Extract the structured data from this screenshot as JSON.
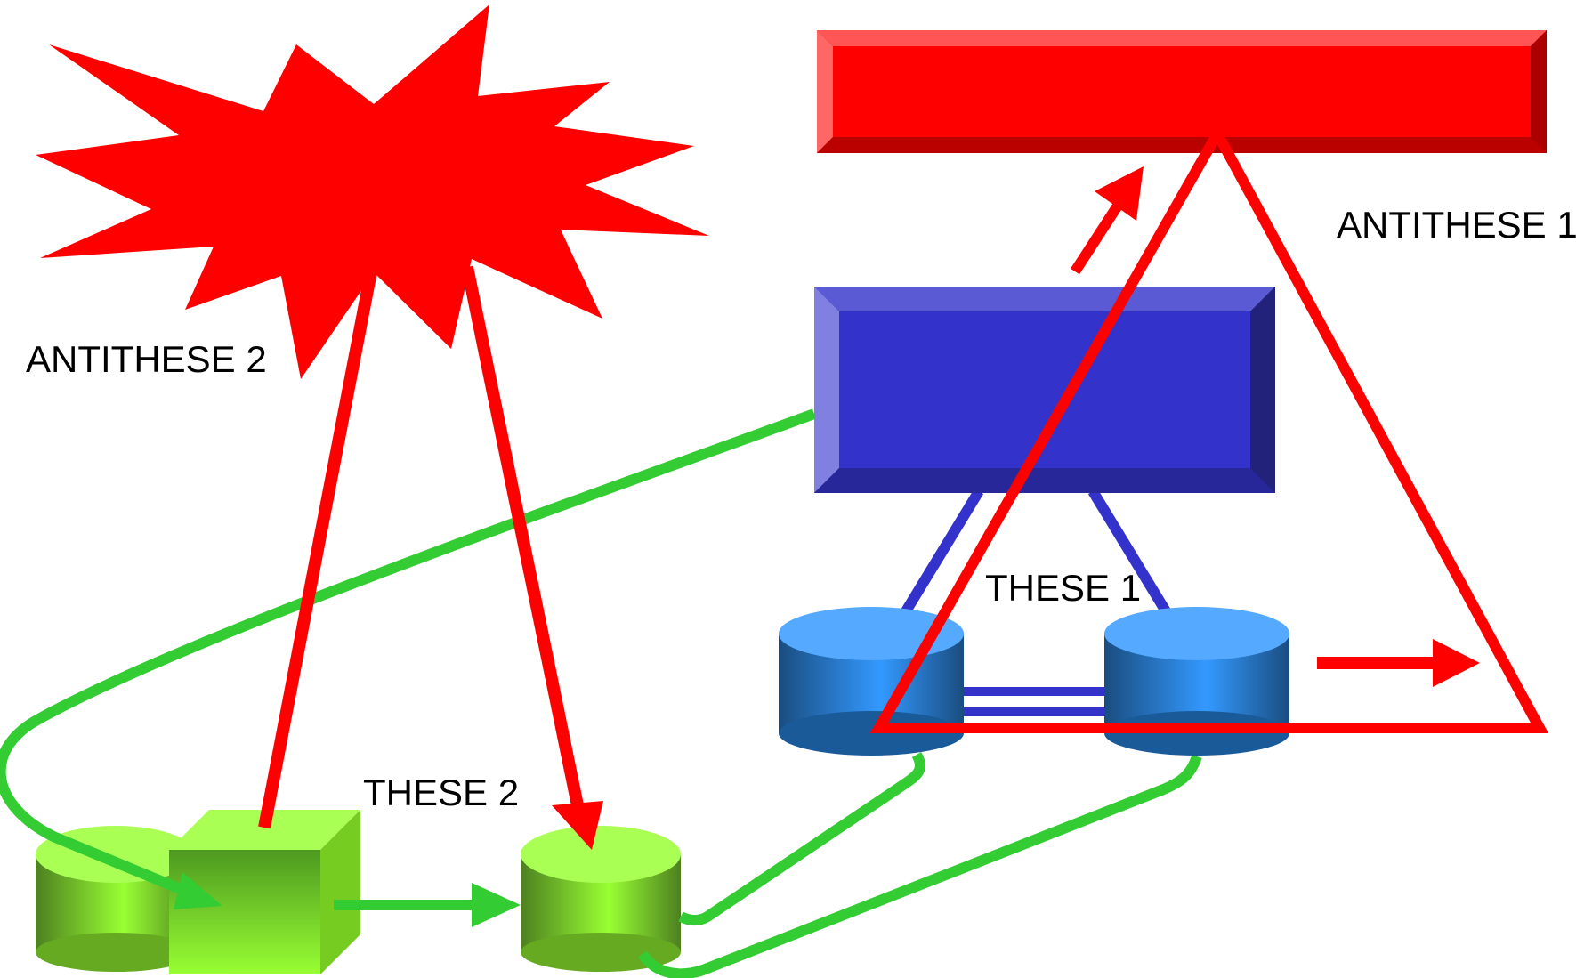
{
  "labels": {
    "antithese_1": "ANTITHESE 1",
    "antithese_2": "ANTITHESE 2",
    "these_1": "THESE 1",
    "these_2": "THESE 2"
  },
  "colors": {
    "red": "#ff0000",
    "green": "#33cc33",
    "blue_box": "#3333cc",
    "blue_link": "#3333cc",
    "cylinder_blue": "#3399ff",
    "cylinder_green": "#99ff33"
  }
}
